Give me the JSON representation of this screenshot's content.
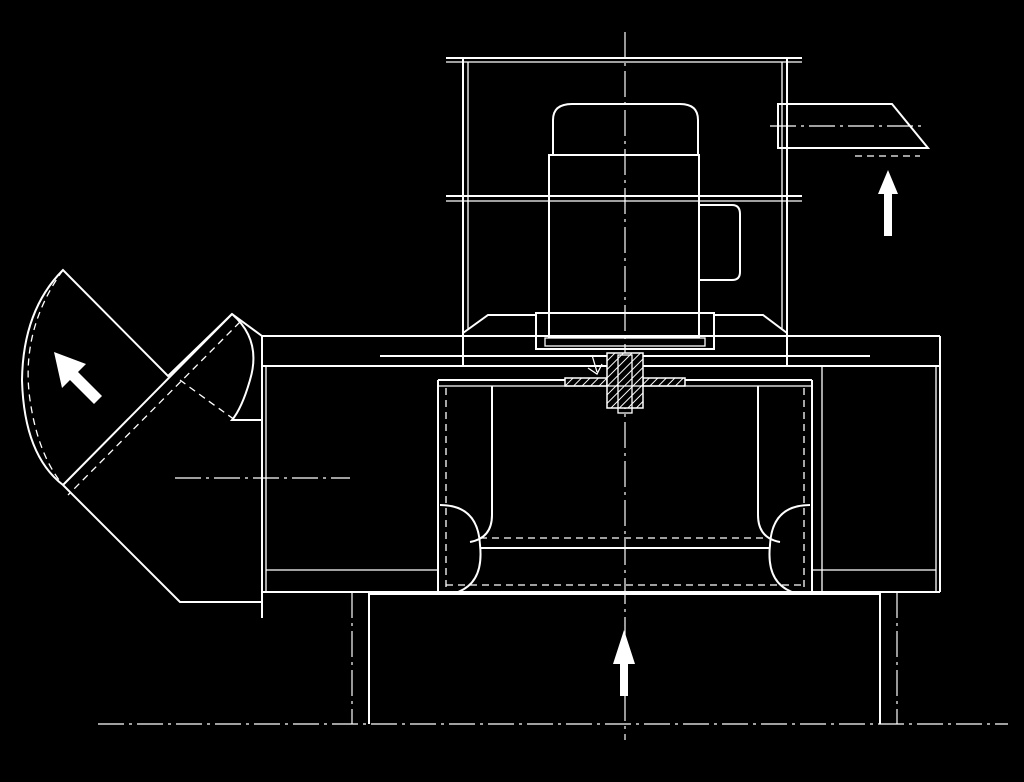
{
  "drawing": {
    "subject": "centrifugal-fan-assembly",
    "colors": {
      "background": "#000000",
      "line": "#ffffff"
    },
    "style": "white-on-black technical line drawing",
    "components": [
      {
        "name": "motor",
        "icon": "motor-icon"
      },
      {
        "name": "motor-frame",
        "icon": "frame-icon"
      },
      {
        "name": "impeller",
        "icon": "impeller-icon"
      },
      {
        "name": "fan-housing",
        "icon": "housing-icon"
      },
      {
        "name": "inlet-duct",
        "icon": "duct-icon"
      },
      {
        "name": "elbow-outlet",
        "icon": "elbow-icon"
      },
      {
        "name": "side-outlet-pipe",
        "icon": "pipe-icon"
      }
    ],
    "flow_arrows": [
      {
        "name": "inlet-flow",
        "direction": "up"
      },
      {
        "name": "elbow-flow",
        "direction": "up-left"
      },
      {
        "name": "outlet-flow",
        "direction": "up"
      }
    ]
  }
}
